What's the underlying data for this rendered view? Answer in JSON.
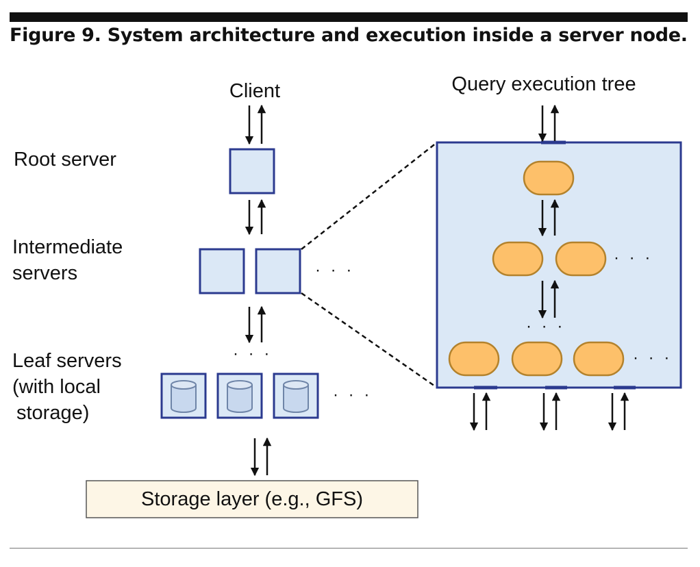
{
  "figure": {
    "title": "Figure 9. System architecture and execution inside a server node."
  },
  "labels": {
    "client": "Client",
    "query_tree": "Query execution tree",
    "root": "Root server",
    "intermediate_1": "Intermediate",
    "intermediate_2": "servers",
    "leaf_1": "Leaf servers",
    "leaf_2": "(with local",
    "leaf_3": "storage)",
    "storage": "Storage layer (e.g., GFS)",
    "ellipsis": "· · ·"
  },
  "colors": {
    "server_fill": "#dbe8f6",
    "server_stroke": "#2b3a8f",
    "node_fill": "#fdc06a",
    "node_stroke": "#b3822c",
    "storage_fill": "#fdf6e6",
    "cylinder_fill": "#c8d8ee",
    "cylinder_stroke": "#6f85a8"
  },
  "icons": {
    "arrow_pair": "up-down-arrows-icon",
    "cylinder": "database-cylinder-icon"
  }
}
